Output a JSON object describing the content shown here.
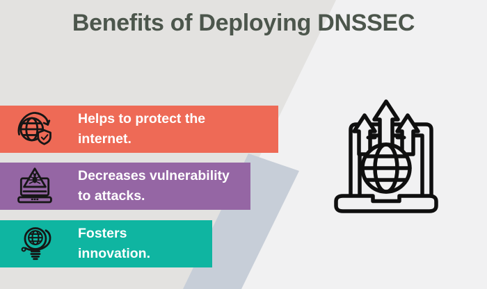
{
  "title": {
    "text": "Benefits of Deploying DNSSEC",
    "color": "#4c564c"
  },
  "benefits": [
    {
      "lines": [
        "Helps to protect the",
        "internet."
      ],
      "color": "#ee6a56",
      "icon": "globe-shield-icon"
    },
    {
      "lines": [
        "Decreases vulnerability",
        "to attacks."
      ],
      "color": "#9566a4",
      "icon": "laptop-bug-warning-icon"
    },
    {
      "lines": [
        "Fosters",
        "innovation."
      ],
      "color": "#0fb5a1",
      "icon": "lightbulb-globe-icon"
    }
  ],
  "illustration": {
    "name": "laptop-globe-up-arrows",
    "stroke_color": "#0f0f0f"
  },
  "background": {
    "base": "#f1f1f2",
    "diagonal_panel": "#e3e2e0",
    "accent_band": "#c7ced8"
  },
  "text_color": "#ffffff"
}
